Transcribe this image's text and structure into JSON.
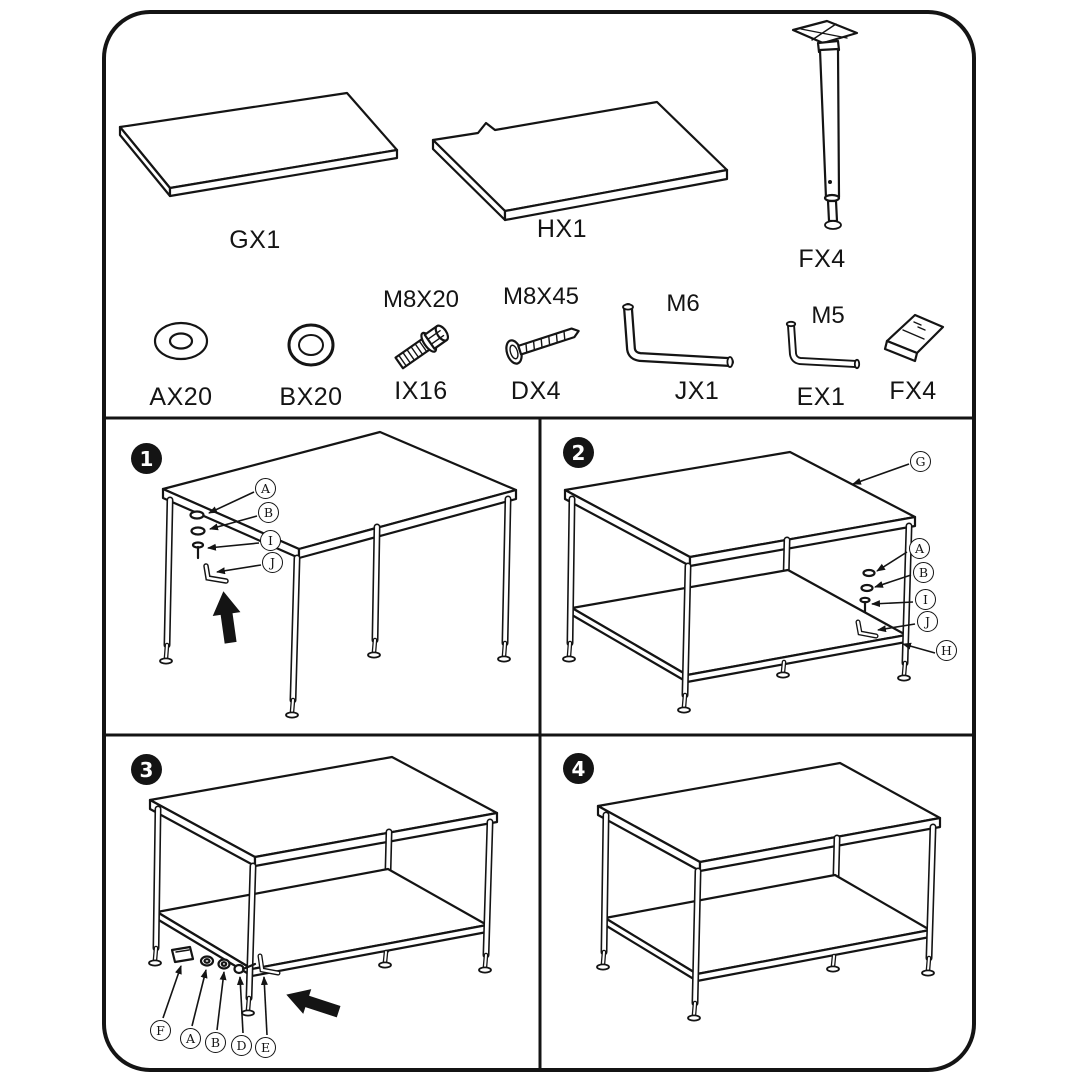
{
  "parts": {
    "top_panel": {
      "label": "GX1"
    },
    "shelf_panel": {
      "label": "HX1"
    },
    "leg": {
      "label": "FX4"
    },
    "washer_flat": {
      "label": "AX20"
    },
    "washer_ring": {
      "label": "BX20"
    },
    "bolt": {
      "label": "IX16",
      "spec": "M8X20"
    },
    "screw": {
      "label": "DX4",
      "spec": "M8X45"
    },
    "allen_key_large": {
      "label": "JX1",
      "spec": "M6"
    },
    "allen_key_small": {
      "label": "EX1",
      "spec": "M5"
    },
    "foot": {
      "label": "FX4"
    }
  },
  "steps": {
    "step1": {
      "number": "1",
      "callouts": [
        "A",
        "B",
        "I",
        "J"
      ]
    },
    "step2": {
      "number": "2",
      "callouts": [
        "G",
        "A",
        "B",
        "I",
        "J",
        "H"
      ]
    },
    "step3": {
      "number": "3",
      "callouts": [
        "F",
        "A",
        "B",
        "D",
        "E"
      ]
    },
    "step4": {
      "number": "4",
      "callouts": []
    }
  }
}
